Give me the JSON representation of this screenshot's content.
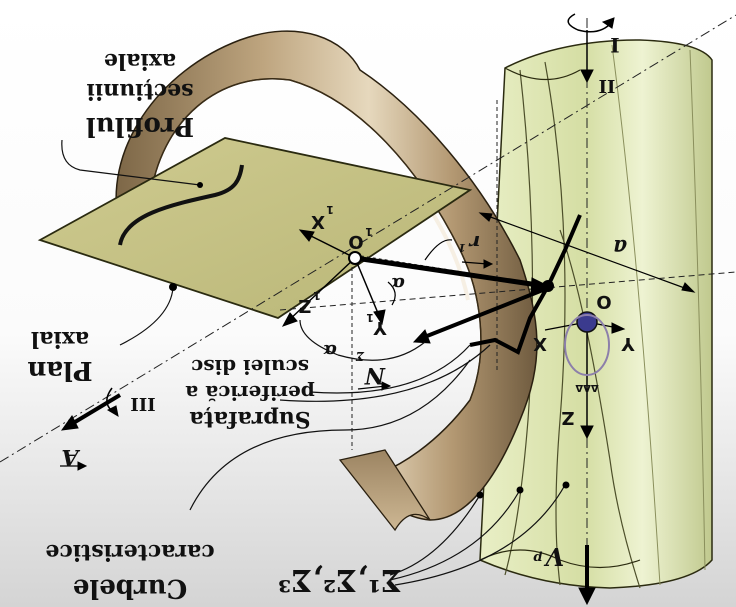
{
  "labels": {
    "profile_line1": "Profilul",
    "profile_line2": "secțiunii",
    "profile_line3": "axiale",
    "plane_line1": "Plan",
    "plane_line2": "axial",
    "surface_line1": "Suprafața",
    "surface_line2": "periferică a",
    "surface_line3": "sculei disc",
    "curves_line1": "Curbele",
    "curves_line2": "caracteristice",
    "sigma_set": "Σ¹,Σ²,Σ³",
    "normal": "N",
    "normal_sub": "Σ",
    "axis_X1": "X",
    "axis_Y1": "Y",
    "axis_Z1": "Z",
    "origin_O1": "O",
    "prime": "1",
    "alpha": "α",
    "alpha2": "α",
    "r_vec": "r",
    "r_sub": "1",
    "axis_X": "X",
    "axis_Y": "Y",
    "axis_Z": "Z",
    "origin_O": "O",
    "a_dist": "a",
    "roman_I": "I",
    "roman_II": "II",
    "roman_III": "III",
    "A_vec": "A",
    "Vp": "V",
    "Vp_sub": "p",
    "pitch_small": "ΔΔΔ"
  },
  "colors": {
    "tool_surface": "#b49a73",
    "tool_dark": "#6e5a3e",
    "plane_fill": "#c7c48c",
    "plane_edge": "#2a2a10",
    "worm_fill": "#dfe7b4",
    "worm_shadow": "#b9c289",
    "vector_black": "#000000"
  }
}
